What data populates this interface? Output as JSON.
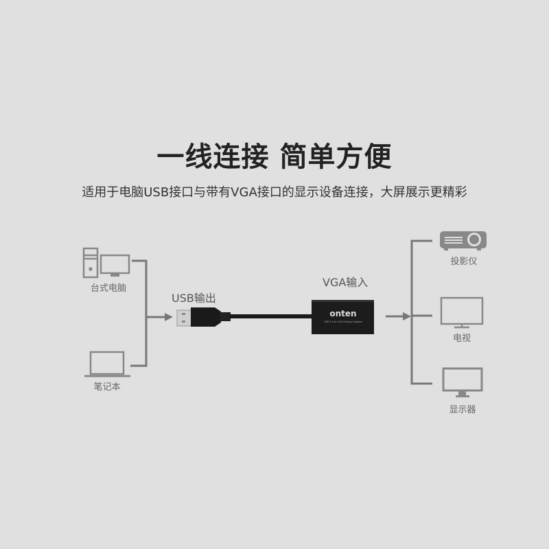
{
  "header": {
    "title": "一线连接 简单方便",
    "subtitle": "适用于电脑USB接口与带有VGA接口的显示设备连接，大屏展示更精彩"
  },
  "sources": [
    {
      "label": "台式电脑",
      "icon": "desktop-computer-icon"
    },
    {
      "label": "笔记本",
      "icon": "laptop-icon"
    }
  ],
  "adapter": {
    "usb_label": "USB输出",
    "vga_label": "VGA输入",
    "brand": "onten",
    "product_text": "USB 3.0 to VGA Display Adapter"
  },
  "targets": [
    {
      "label": "投影仪",
      "icon": "projector-icon"
    },
    {
      "label": "电视",
      "icon": "tv-icon"
    },
    {
      "label": "显示器",
      "icon": "monitor-icon"
    }
  ],
  "colors": {
    "background": "#e0e0e0",
    "line": "#777777",
    "icon": "#888888",
    "adapter": "#1a1a1a"
  }
}
